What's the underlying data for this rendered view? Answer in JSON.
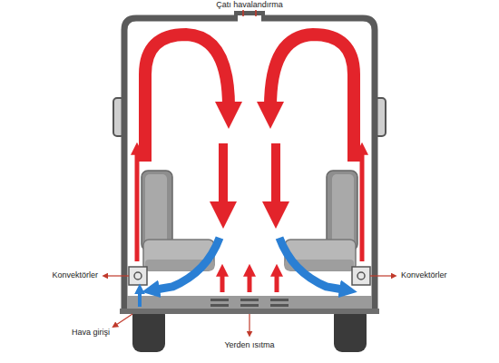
{
  "diagram": {
    "labels": [
      "Çatı havalandırma",
      "Konvektörler",
      "Konvektörler",
      "Hava girişi",
      "Yerden ısıtma"
    ]
  }
}
